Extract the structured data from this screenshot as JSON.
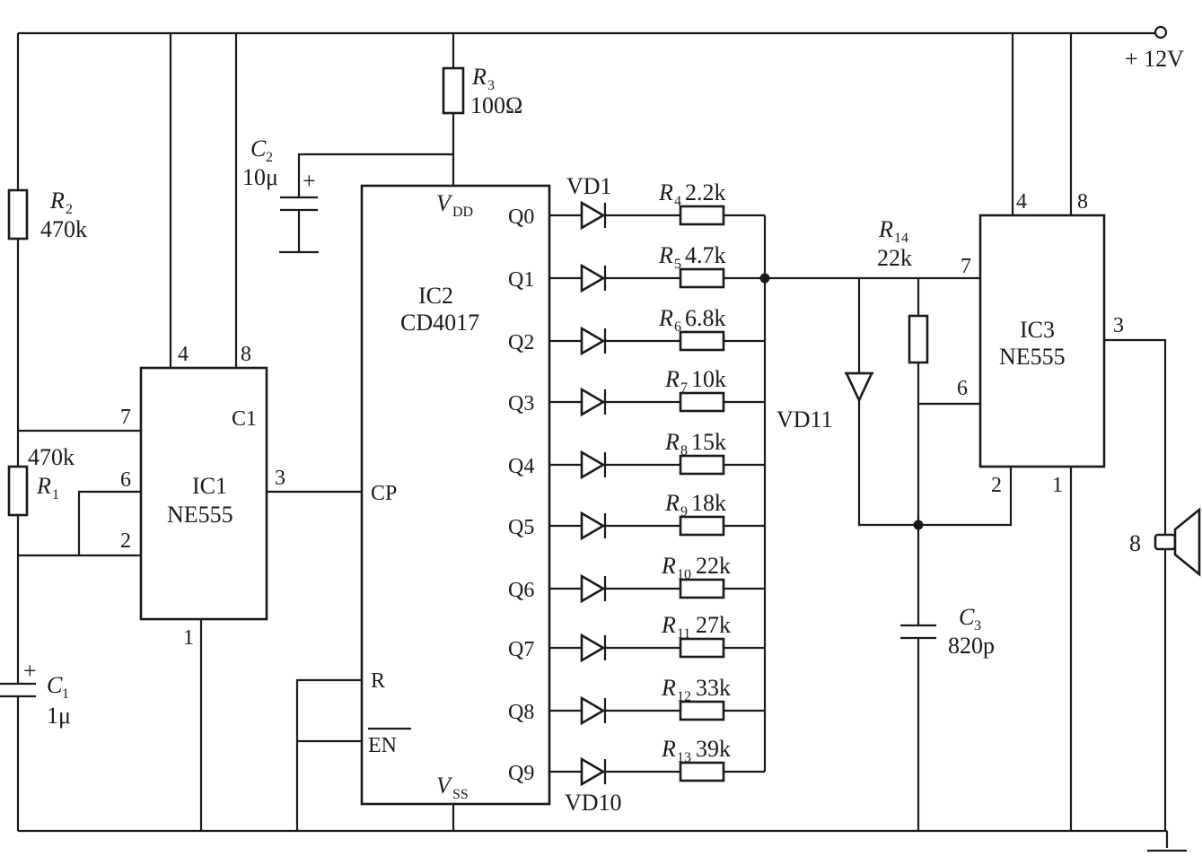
{
  "supply": {
    "label": "+ 12V"
  },
  "ic1": {
    "name": "IC1",
    "type": "NE555",
    "corner": "C1",
    "pins": {
      "p4": "4",
      "p8": "8",
      "p7": "7",
      "p6": "6",
      "p2": "2",
      "p3": "3",
      "p1": "1"
    }
  },
  "ic2": {
    "name": "IC2",
    "type": "CD4017",
    "vdd": "V",
    "vdd_sub": "DD",
    "vss": "V",
    "vss_sub": "SS",
    "cp": "CP",
    "r": "R",
    "en": "EN",
    "outputs": [
      "Q0",
      "Q1",
      "Q2",
      "Q3",
      "Q4",
      "Q5",
      "Q6",
      "Q7",
      "Q8",
      "Q9"
    ]
  },
  "ic3": {
    "name": "IC3",
    "type": "NE555",
    "pins": {
      "p4": "4",
      "p8": "8",
      "p7": "7",
      "p6": "6",
      "p3": "3",
      "p2": "2",
      "p1": "1"
    }
  },
  "r1": {
    "letter": "R",
    "sub": "1",
    "value": "470k"
  },
  "r2": {
    "letter": "R",
    "sub": "2",
    "value": "470k"
  },
  "r3": {
    "letter": "R",
    "sub": "3",
    "value": "100Ω"
  },
  "r14": {
    "letter": "R",
    "sub": "14",
    "value": "22k"
  },
  "c1": {
    "letter": "C",
    "sub": "1",
    "value": "1μ",
    "plus": "+"
  },
  "c2": {
    "letter": "C",
    "sub": "2",
    "value": "10μ",
    "plus": "+"
  },
  "c3": {
    "letter": "C",
    "sub": "3",
    "value": "820p"
  },
  "vd1": "VD1",
  "vd10": "VD10",
  "vd11": "VD11",
  "speaker": {
    "value": "8"
  },
  "chain": [
    {
      "sub": "4",
      "value": "2.2k"
    },
    {
      "sub": "5",
      "value": "4.7k"
    },
    {
      "sub": "6",
      "value": "6.8k"
    },
    {
      "sub": "7",
      "value": "10k"
    },
    {
      "sub": "8",
      "value": "15k"
    },
    {
      "sub": "9",
      "value": "18k"
    },
    {
      "sub": "10",
      "value": "22k"
    },
    {
      "sub": "11",
      "value": "27k"
    },
    {
      "sub": "12",
      "value": "33k"
    },
    {
      "sub": "13",
      "value": "39k"
    }
  ],
  "chain_letter": "R"
}
